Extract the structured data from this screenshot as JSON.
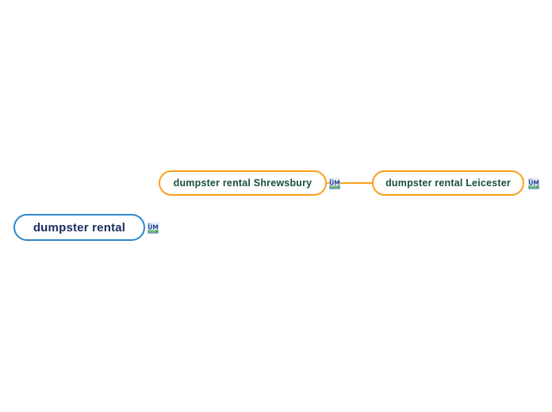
{
  "canvas": {
    "background_color": "#ffffff"
  },
  "nodes": {
    "root": {
      "label": "dumpster rental",
      "border_color": "#2e87c9",
      "text_color": "#1a2e61"
    },
    "shrewsbury": {
      "label": "dumpster rental Shrewsbury",
      "border_color": "#f9a11b",
      "text_color": "#164f36"
    },
    "leicester": {
      "label": "dumpster rental Leicester",
      "border_color": "#f9a11b",
      "text_color": "#164f36"
    }
  },
  "connector": {
    "color": "#f9a11b",
    "from": "dumpster rental Shrewsbury",
    "to": "dumpster rental Leicester"
  },
  "icons": {
    "favicon": "site-favicon-icon",
    "favicon_letters": "UM",
    "favicon_letter_color": "#1c3f99",
    "favicon_stripe_color": "#3fa047"
  }
}
